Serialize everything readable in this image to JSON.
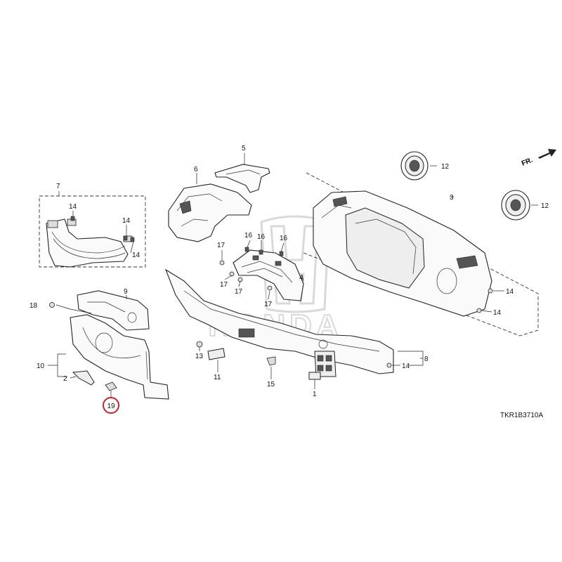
{
  "diagram": {
    "watermark": "HONDA",
    "code": "TKR1B3710A",
    "direction_label": "FR.",
    "callouts": [
      "1",
      "2",
      "3",
      "4",
      "5",
      "6",
      "7",
      "8",
      "9",
      "10",
      "11",
      "12",
      "12",
      "13",
      "14",
      "14",
      "14",
      "14",
      "14",
      "14",
      "15",
      "16",
      "16",
      "16",
      "17",
      "17",
      "17",
      "17",
      "18",
      "19"
    ],
    "highlighted_callout": "19",
    "highlight_color": "#cc1f2f"
  }
}
